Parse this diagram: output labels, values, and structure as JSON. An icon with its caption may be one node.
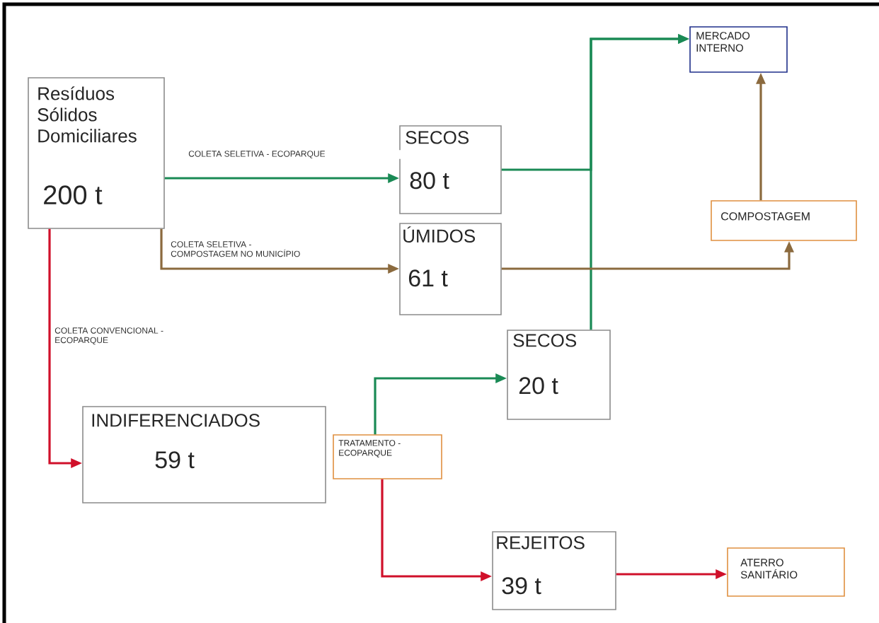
{
  "diagram": {
    "nodes": [
      {
        "text": [
          "Resíduos Sólidos Domiciliares",
          "200 t"
        ]
      },
      {
        "text": [
          "SECOS",
          "80 t"
        ]
      },
      {
        "text": [
          "ÚMIDOS",
          "61 t"
        ]
      },
      {
        "text": [
          "MERCADO INTERNO"
        ]
      },
      {
        "text": [
          "COMPOSTAGEM"
        ]
      },
      {
        "text": [
          "SECOS",
          "20 t"
        ]
      },
      {
        "text": [
          "INDIFERENCIADOS",
          "59 t"
        ]
      },
      {
        "text": [
          "TRATAMENTO - ECOPARQUE"
        ]
      },
      {
        "text": [
          "REJEITOS",
          "39 t"
        ]
      },
      {
        "text": [
          "ATERRO SANITÁRIO"
        ]
      }
    ],
    "edges": [
      {
        "from": 0,
        "to": 1,
        "arrow": "to",
        "label": "COLETA SELETIVA - ECOPARQUE"
      },
      {
        "from": 0,
        "to": 2,
        "arrow": "to",
        "label": "COLETA SELETIVA - COMPOSTAGEM NO MUNICÍPIO",
        "color": "#8b6a3e"
      },
      {
        "from": 0,
        "to": 6,
        "arrow": "to",
        "label": "COLETA CONVENCIONAL - ECOPARQUE",
        "color": "#d0102a"
      },
      {
        "from": 1,
        "to": 3,
        "arrow": "to"
      },
      {
        "from": 5,
        "to": 3,
        "arrow": "to"
      },
      {
        "from": 2,
        "to": 4,
        "arrow": "to",
        "color": "#8b6a3e"
      },
      {
        "from": 4,
        "to": 3,
        "arrow": "to",
        "color": "#8b6a3e"
      },
      {
        "from": 7,
        "to": 5,
        "arrow": "to"
      },
      {
        "from": 7,
        "to": 8,
        "arrow": "to",
        "color": "#d0102a"
      },
      {
        "from": 8,
        "to": 9,
        "arrow": "to",
        "color": "#d0102a"
      }
    ]
  }
}
